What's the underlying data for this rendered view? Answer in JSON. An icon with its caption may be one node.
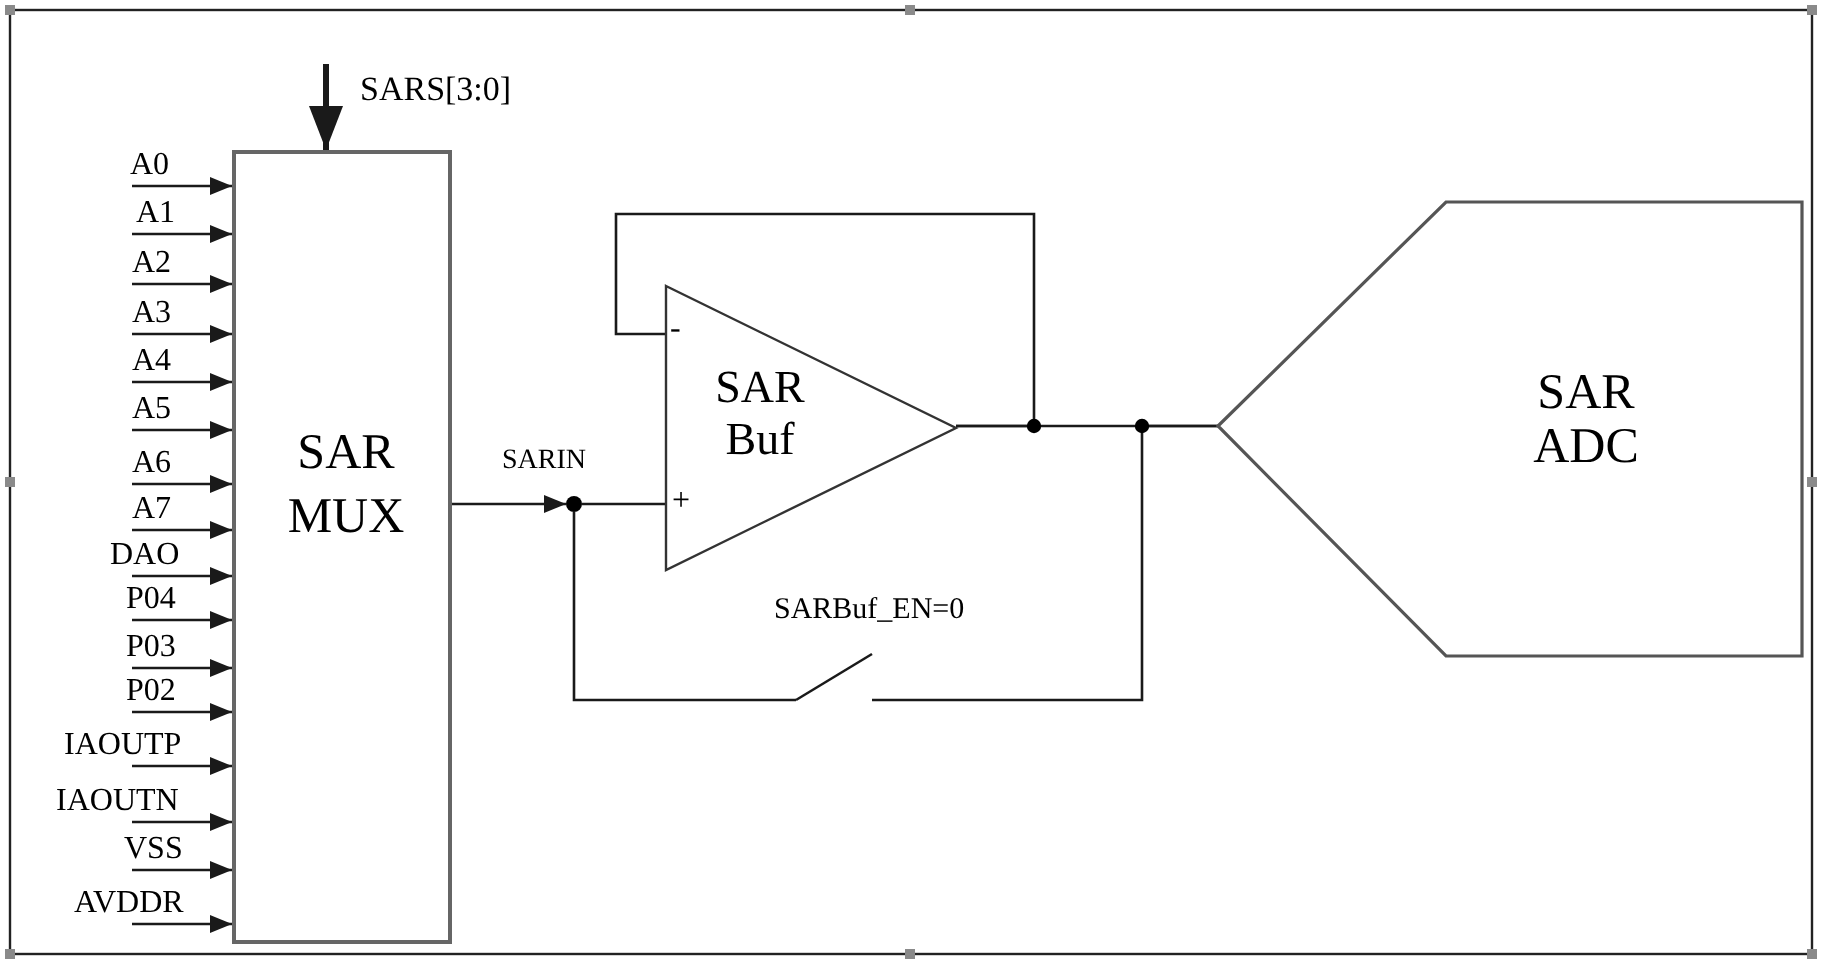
{
  "diagram": {
    "nodes": [
      {
        "text": [
          "SAR MUX"
        ]
      },
      {
        "text": [
          "SAR Buf"
        ]
      },
      {
        "text": [
          "SAR ADC"
        ]
      },
      {
        "text": [],
        "shape": "switch",
        "beside": [
          "SARBuf_EN=0"
        ]
      },
      {
        "text": [],
        "shape": "circle"
      }
    ],
    "edges": [
      {
        "from": null,
        "to": 0,
        "arrow": "to",
        "style": "thick",
        "label": "SARS[3:0]"
      },
      {
        "from": null,
        "to": 0,
        "arrow": "to",
        "label": "A0"
      },
      {
        "from": null,
        "to": 0,
        "arrow": "to",
        "label": "A1"
      },
      {
        "from": null,
        "to": 0,
        "arrow": "to",
        "label": "A2"
      },
      {
        "from": null,
        "to": 0,
        "arrow": "to",
        "label": "A3"
      },
      {
        "from": null,
        "to": 0,
        "arrow": "to",
        "label": "A4"
      },
      {
        "from": null,
        "to": 0,
        "arrow": "to",
        "label": "A5"
      },
      {
        "from": null,
        "to": 0,
        "arrow": "to",
        "label": "A6"
      },
      {
        "from": null,
        "to": 0,
        "arrow": "to",
        "label": "A7"
      },
      {
        "from": null,
        "to": 0,
        "arrow": "to",
        "label": "DAO"
      },
      {
        "from": null,
        "to": 0,
        "arrow": "to",
        "label": "P04"
      },
      {
        "from": null,
        "to": 0,
        "arrow": "to",
        "label": "P03"
      },
      {
        "from": null,
        "to": 0,
        "arrow": "to",
        "label": "P02"
      },
      {
        "from": null,
        "to": 0,
        "arrow": "to",
        "label": "IAOUTP"
      },
      {
        "from": null,
        "to": 0,
        "arrow": "to",
        "label": "IAOUTN"
      },
      {
        "from": null,
        "to": 0,
        "arrow": "to",
        "label": "VSS"
      },
      {
        "from": null,
        "to": 0,
        "arrow": "to",
        "label": "AVDDR"
      },
      {
        "from": 0,
        "to": 4,
        "arrow": "to",
        "label": "SARIN"
      },
      {
        "from": 4,
        "to": 1,
        "arrow": "none"
      },
      {
        "from": 1,
        "to": 2,
        "arrow": "none"
      },
      {
        "from": 1,
        "to": 1,
        "arrow": "none"
      },
      {
        "from": 4,
        "to": 3,
        "arrow": "none"
      },
      {
        "from": 3,
        "to": 2,
        "arrow": "none"
      }
    ],
    "labels": [
      "-",
      "+"
    ]
  }
}
